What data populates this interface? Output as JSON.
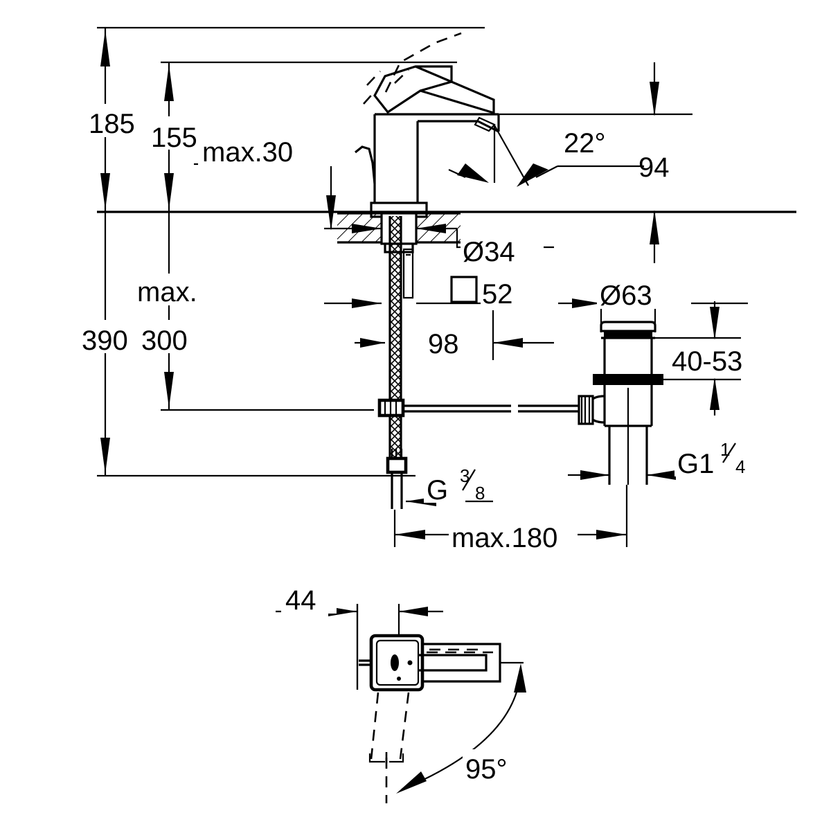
{
  "drawing": {
    "title": "Single-lever basin mixer dimensional drawing",
    "units": "mm",
    "line_color": "#000000",
    "background_color": "#ffffff",
    "views": [
      {
        "name": "side-elevation",
        "label": ""
      },
      {
        "name": "pop-up-waste-assembly",
        "label": ""
      },
      {
        "name": "plan-bottom-view",
        "label": ""
      }
    ]
  },
  "dimensions": {
    "overall_height": "185",
    "spout_height": "155",
    "counter_thickness_max": "max.30",
    "total_length": "390",
    "max_label": "max.",
    "max_value": "300",
    "spout_reach": "94",
    "spray_angle": "22°",
    "mounting_hole_dia": "Ø34",
    "base_square": "52",
    "base_offset": "98",
    "waste_flange_dia": "Ø63",
    "waste_range": "40-53",
    "waste_thread": "G1",
    "waste_thread_frac_num": "1",
    "waste_thread_frac_den": "4",
    "supply_thread": "G",
    "supply_thread_frac_num": "3",
    "supply_thread_frac_den": "8",
    "supply_length": "max.180",
    "handle_width": "44",
    "swivel_angle": "95°"
  },
  "labels": {
    "dia_symbol": "Ø",
    "degree_symbol": "°",
    "square_symbol": "□"
  }
}
